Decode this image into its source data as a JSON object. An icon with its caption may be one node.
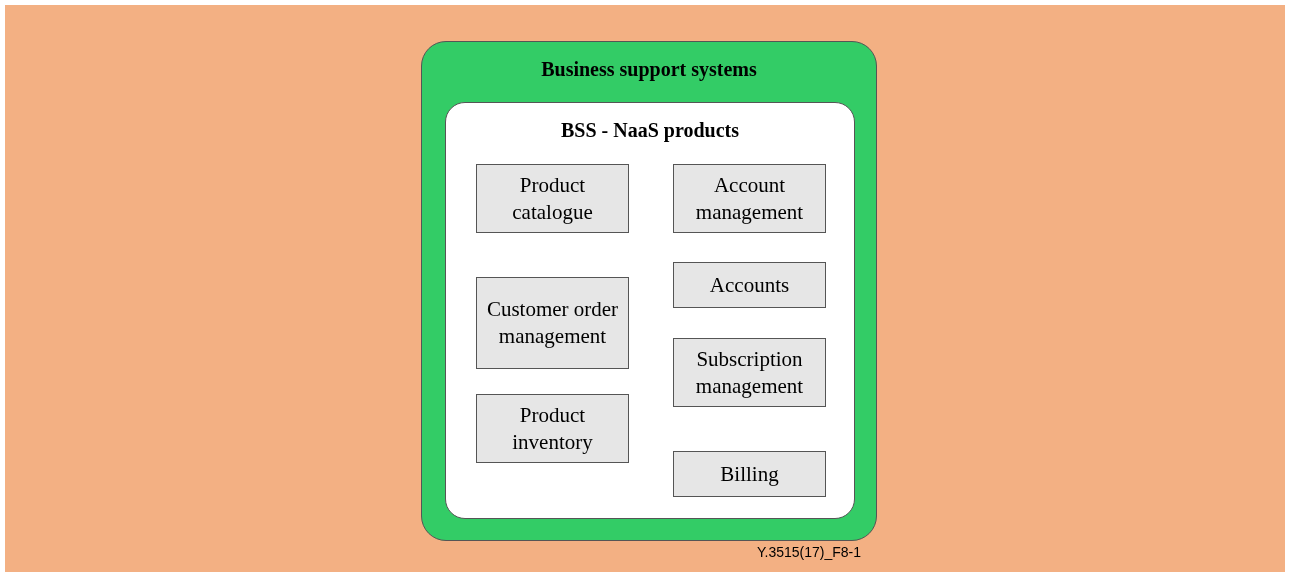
{
  "diagram": {
    "nodes": [
      {
        "text": [
          "Business support systems"
        ]
      },
      {
        "text": [
          "BSS - NaaS products"
        ],
        "in": 0
      },
      {
        "text": [
          "Product catalogue"
        ],
        "in": 1
      },
      {
        "text": [
          "Account management"
        ],
        "in": 1
      },
      {
        "text": [
          "Customer order management"
        ],
        "in": 1
      },
      {
        "text": [
          "Accounts"
        ],
        "in": 1
      },
      {
        "text": [
          "Subscription management"
        ],
        "in": 1
      },
      {
        "text": [
          "Product inventory"
        ],
        "in": 1
      },
      {
        "text": [
          "Billing"
        ],
        "in": 1
      }
    ],
    "edges": [],
    "labels": [
      "Y.3515(17)_F8-1"
    ]
  }
}
